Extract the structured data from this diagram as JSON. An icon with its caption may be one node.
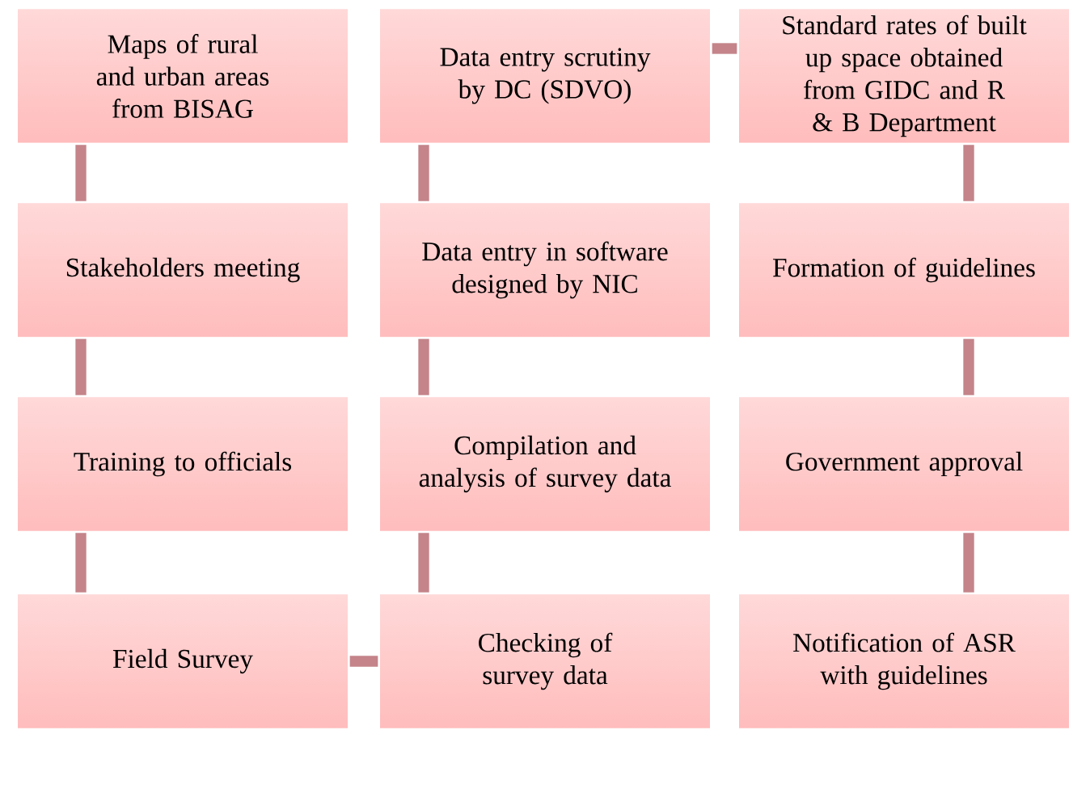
{
  "diagram": {
    "nodes": [
      {
        "text": [
          "Maps of rural and urban areas from BISAG"
        ]
      },
      {
        "text": [
          "Stakeholders meeting"
        ]
      },
      {
        "text": [
          "Training  to officials"
        ]
      },
      {
        "text": [
          "Field Survey"
        ]
      },
      {
        "text": [
          "Checking of survey data"
        ]
      },
      {
        "text": [
          "Compilation  and analysis of survey data"
        ]
      },
      {
        "text": [
          "Data entry in software designed by NIC"
        ]
      },
      {
        "text": [
          "Data entry scrutiny by DC (SDVO)"
        ]
      },
      {
        "text": [
          "Standard rates of built up space obtained from GIDC and R & B Department"
        ]
      },
      {
        "text": [
          "Formation of guidelines"
        ]
      },
      {
        "text": [
          "Government approval"
        ]
      },
      {
        "text": [
          "Notification of ASR with guidelines"
        ]
      }
    ],
    "edges": [
      {
        "from": 0,
        "to": 1,
        "arrow": "none"
      },
      {
        "from": 1,
        "to": 2,
        "arrow": "none"
      },
      {
        "from": 2,
        "to": 3,
        "arrow": "none"
      },
      {
        "from": 3,
        "to": 4,
        "arrow": "none"
      },
      {
        "from": 4,
        "to": 5,
        "arrow": "none"
      },
      {
        "from": 5,
        "to": 6,
        "arrow": "none"
      },
      {
        "from": 6,
        "to": 7,
        "arrow": "none"
      },
      {
        "from": 7,
        "to": 8,
        "arrow": "none"
      },
      {
        "from": 8,
        "to": 9,
        "arrow": "none"
      },
      {
        "from": 9,
        "to": 10,
        "arrow": "none"
      },
      {
        "from": 10,
        "to": 11,
        "arrow": "none"
      }
    ]
  }
}
